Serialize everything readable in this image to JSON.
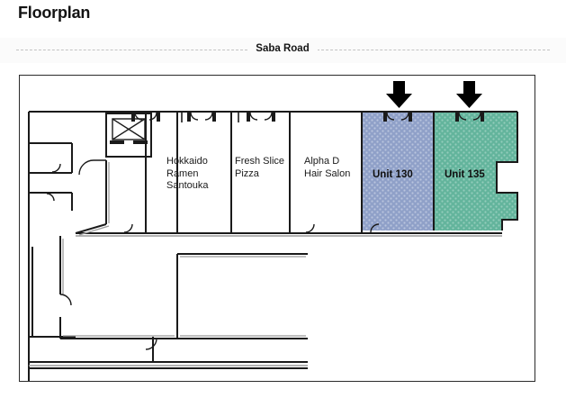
{
  "page": {
    "title": "Floorplan",
    "background_color": "#ffffff"
  },
  "road": {
    "label": "Saba Road",
    "line_style": "dashed",
    "line_color": "#c3c3c3",
    "band_color": "#fbfbfb"
  },
  "plan": {
    "border_color": "#2b2b2b",
    "wall_color": "#1a1a1a",
    "wall_shadow_color": "#9a9a9a",
    "bays": [
      {
        "id": "bay-hokkaido-ramen-santouka",
        "label": "Hokkaido\nRamen\nSantouka",
        "fill": "none",
        "highlighted": false
      },
      {
        "id": "bay-fresh-slice-pizza",
        "label": "Fresh Slice\nPizza",
        "fill": "none",
        "highlighted": false
      },
      {
        "id": "bay-alpha-d-hair-salon",
        "label": "Alpha D\nHair Salon",
        "fill": "none",
        "highlighted": false
      }
    ],
    "units": [
      {
        "id": "unit-130",
        "label": "Unit 130",
        "fill": "#8fa0c8",
        "hatch": "#b9c4de",
        "highlighted": true,
        "marker": "down-arrow"
      },
      {
        "id": "unit-135",
        "label": "Unit 135",
        "fill": "#63b49c",
        "hatch": "#93cdbb",
        "highlighted": true,
        "marker": "down-arrow"
      }
    ],
    "markers": {
      "arrow_color": "#000000",
      "arrow_count": 2
    },
    "features": [
      {
        "id": "stair-core",
        "type": "x-box"
      },
      {
        "id": "storefront-doors",
        "type": "door-swing-pairs"
      },
      {
        "id": "corridor-walls",
        "type": "walls"
      }
    ]
  }
}
